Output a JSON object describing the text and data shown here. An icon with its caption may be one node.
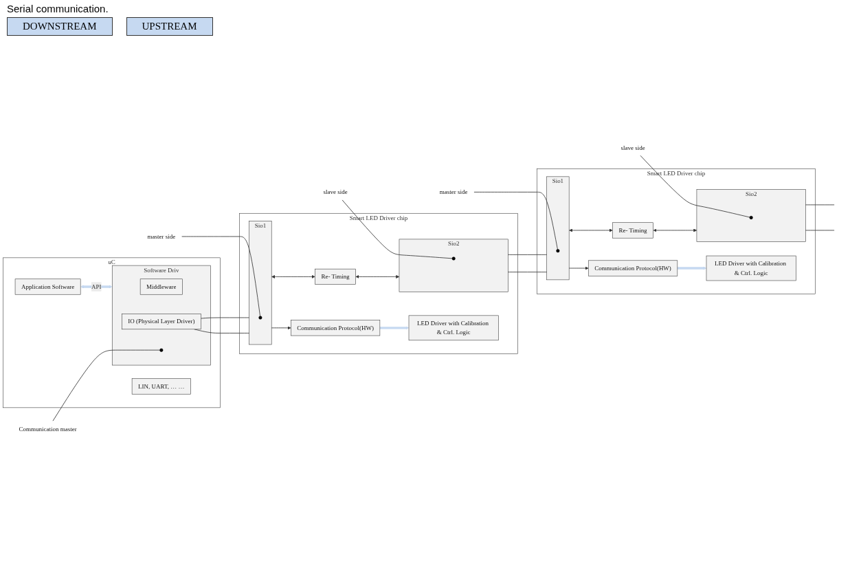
{
  "diagram": {
    "caption": "Serial communication.",
    "nodes": [
      {
        "text": [
          "uC"
        ]
      },
      {
        "text": [
          "LIN, UART, … …"
        ],
        "in": 0
      },
      {
        "text": [
          "Application Software"
        ],
        "in": 0
      },
      {
        "text": [
          "Software Driv"
        ],
        "in": 0
      },
      {
        "text": [
          "Middleware"
        ],
        "in": 3
      },
      {
        "text": [
          "IO (Physical Layer Driver)"
        ],
        "in": 3
      },
      {
        "text": [],
        "shape": "circle",
        "in": 3
      },
      {
        "text": [
          "Communication master"
        ]
      },
      {
        "text": [
          "Smart LED Driver chip"
        ]
      },
      {
        "text": [
          "LED Driver with Calibration & Ctrl. Logic"
        ],
        "in": 8
      },
      {
        "text": [
          "Communication Protocol(HW)"
        ],
        "in": 8
      },
      {
        "text": [
          "Sio1"
        ],
        "in": 8
      },
      {
        "text": [],
        "shape": "circle",
        "in": 11
      },
      {
        "text": [
          "Re- Timing"
        ],
        "in": 8
      },
      {
        "text": [
          "Sio2"
        ],
        "in": 8
      },
      {
        "text": [],
        "shape": "circle",
        "in": 14
      },
      {
        "text": [
          "Smart LED Driver chip"
        ]
      },
      {
        "text": [
          "LED Driver with Calibration & Ctrl. Logic"
        ],
        "in": 16
      },
      {
        "text": [
          "Communication Protocol(HW)"
        ],
        "in": 16
      },
      {
        "text": [
          "Sio1"
        ],
        "in": 16
      },
      {
        "text": [],
        "shape": "circle",
        "in": 19
      },
      {
        "text": [
          "Re- Timing"
        ],
        "in": 16
      },
      {
        "text": [
          "Sio2"
        ],
        "in": 16
      },
      {
        "text": [],
        "shape": "circle",
        "in": 22
      },
      {
        "text": [
          "master side"
        ]
      },
      {
        "text": [
          "slave side"
        ]
      },
      {
        "text": [
          "master side"
        ]
      },
      {
        "text": [
          "slave side"
        ]
      }
    ],
    "edges": [
      {
        "from": 2,
        "to": 3,
        "arrow": "both",
        "label": "API",
        "style": "thick",
        "color": "#c6d9f1"
      },
      {
        "from": 10,
        "to": 9,
        "arrow": "to",
        "style": "thick",
        "color": "#c6d9f1"
      },
      {
        "from": 11,
        "to": 10,
        "arrow": "to"
      },
      {
        "from": 11,
        "to": 13,
        "arrow": "both"
      },
      {
        "from": 13,
        "to": 14,
        "arrow": "both"
      },
      {
        "from": 18,
        "to": 17,
        "arrow": "to",
        "style": "thick",
        "color": "#c6d9f1"
      },
      {
        "from": 19,
        "to": 18,
        "arrow": "to"
      },
      {
        "from": 19,
        "to": 21,
        "arrow": "both"
      },
      {
        "from": 21,
        "to": 22,
        "arrow": "both"
      },
      {
        "from": 5,
        "to": 11,
        "arrow": "none"
      },
      {
        "from": 5,
        "to": 11,
        "arrow": "none"
      },
      {
        "from": 14,
        "to": 19,
        "arrow": "none"
      },
      {
        "from": 14,
        "to": 19,
        "arrow": "none"
      },
      {
        "from": 22,
        "to": null,
        "arrow": "none"
      },
      {
        "from": 22,
        "to": null,
        "arrow": "none"
      },
      {
        "from": 7,
        "to": 6,
        "arrow": "none"
      },
      {
        "from": 24,
        "to": 12,
        "arrow": "none"
      },
      {
        "from": 25,
        "to": 15,
        "arrow": "none"
      },
      {
        "from": 26,
        "to": 20,
        "arrow": "none"
      },
      {
        "from": 27,
        "to": 23,
        "arrow": "none"
      }
    ],
    "labels": [
      "DOWNSTREAM",
      "UPSTREAM"
    ]
  }
}
